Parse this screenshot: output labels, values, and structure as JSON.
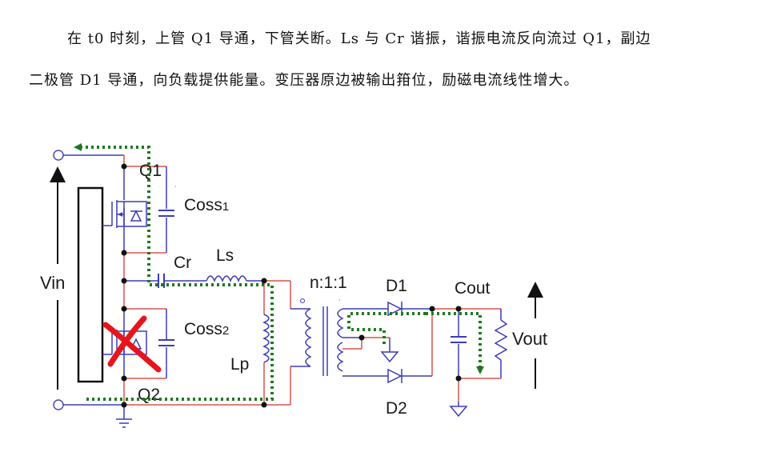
{
  "description": {
    "line1": "在 t0 时刻，上管 Q1 导通，下管关断。Ls 与 Cr 谐振，谐振电流反向流过 Q1，副边",
    "line2": "二极管 D1 导通，向负载提供能量。变压器原边被输出箝位，励磁电流线性增大。"
  },
  "diagram": {
    "labels": {
      "q1": "Q1",
      "q2": "Q2",
      "coss1_main": "Coss",
      "coss1_sub": "1",
      "coss2_main": "Coss",
      "coss2_sub": "2",
      "cr": "Cr",
      "ls": "Ls",
      "lp": "Lp",
      "ratio": "n:1:1",
      "d1": "D1",
      "d2": "D2",
      "cout": "Cout",
      "vin": "Vin",
      "vout": "Vout"
    },
    "colors": {
      "wire_red": "#d9534f",
      "wire_blue": "#3b3bb8",
      "current_path": "#1e7a1e",
      "off_mark": "#e8141c",
      "node": "#111111"
    },
    "states": {
      "q1": "on",
      "q2": "off",
      "d1": "conducting",
      "d2": "off"
    }
  }
}
